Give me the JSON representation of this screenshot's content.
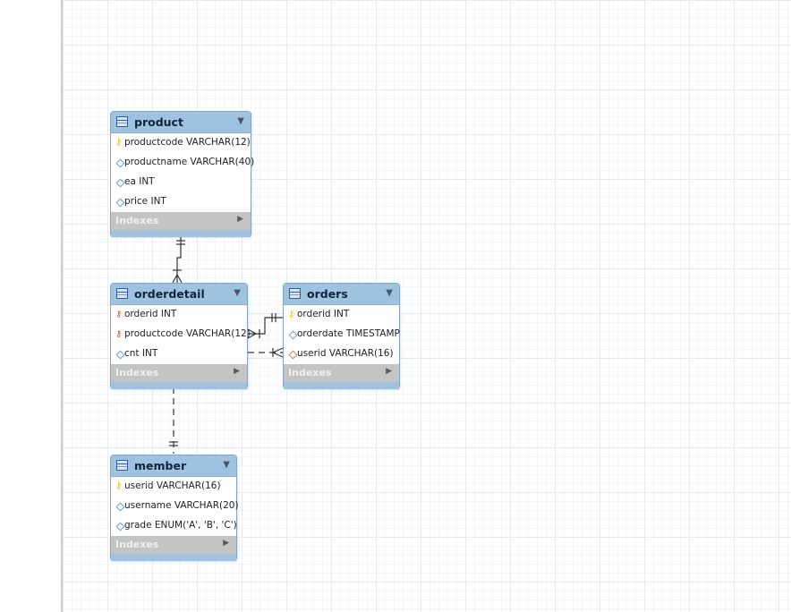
{
  "tables": [
    {
      "id": "product",
      "name": "product",
      "indexes_label": "Indexes",
      "columns": [
        {
          "text": "productcode VARCHAR(12)",
          "key": "pk"
        },
        {
          "text": "productname VARCHAR(40)",
          "key": "col"
        },
        {
          "text": "ea INT",
          "key": "col"
        },
        {
          "text": "price INT",
          "key": "col"
        }
      ]
    },
    {
      "id": "orderdetail",
      "name": "orderdetail",
      "indexes_label": "Indexes",
      "columns": [
        {
          "text": "orderid INT",
          "key": "pkfk"
        },
        {
          "text": "productcode VARCHAR(12)",
          "key": "pkfk"
        },
        {
          "text": "cnt INT",
          "key": "col"
        }
      ]
    },
    {
      "id": "orders",
      "name": "orders",
      "indexes_label": "Indexes",
      "columns": [
        {
          "text": "orderid INT",
          "key": "pk"
        },
        {
          "text": "orderdate TIMESTAMP",
          "key": "col"
        },
        {
          "text": "userid VARCHAR(16)",
          "key": "fk"
        }
      ]
    },
    {
      "id": "member",
      "name": "member",
      "indexes_label": "Indexes",
      "columns": [
        {
          "text": "userid VARCHAR(16)",
          "key": "pk"
        },
        {
          "text": "username VARCHAR(20)",
          "key": "col"
        },
        {
          "text": "grade ENUM('A', 'B', 'C')",
          "key": "col"
        }
      ]
    }
  ],
  "relationships": [
    {
      "from": "product",
      "to": "orderdetail",
      "type": "one-to-many",
      "style": "solid"
    },
    {
      "from": "orders",
      "to": "orderdetail",
      "type": "one-to-many",
      "style": "solid"
    },
    {
      "from": "member",
      "to": "orders",
      "type": "one-to-many",
      "style": "dashed"
    },
    {
      "from": "member",
      "to": "orderdetail",
      "type": "one-to-many",
      "style": "dashed"
    }
  ],
  "icons": {
    "table": "table-icon",
    "collapse": "collapse-triangle-icon",
    "expand": "expand-arrow-icon",
    "primary_key": "primary-key-icon",
    "foreign_key": "foreign-key-icon",
    "column": "column-diamond-icon"
  },
  "colors": {
    "header": "#9ec3e0",
    "indexes": "#c4c4c4",
    "pk": "#e8c21a",
    "fk": "#d25a3c",
    "connector": "#333333"
  }
}
